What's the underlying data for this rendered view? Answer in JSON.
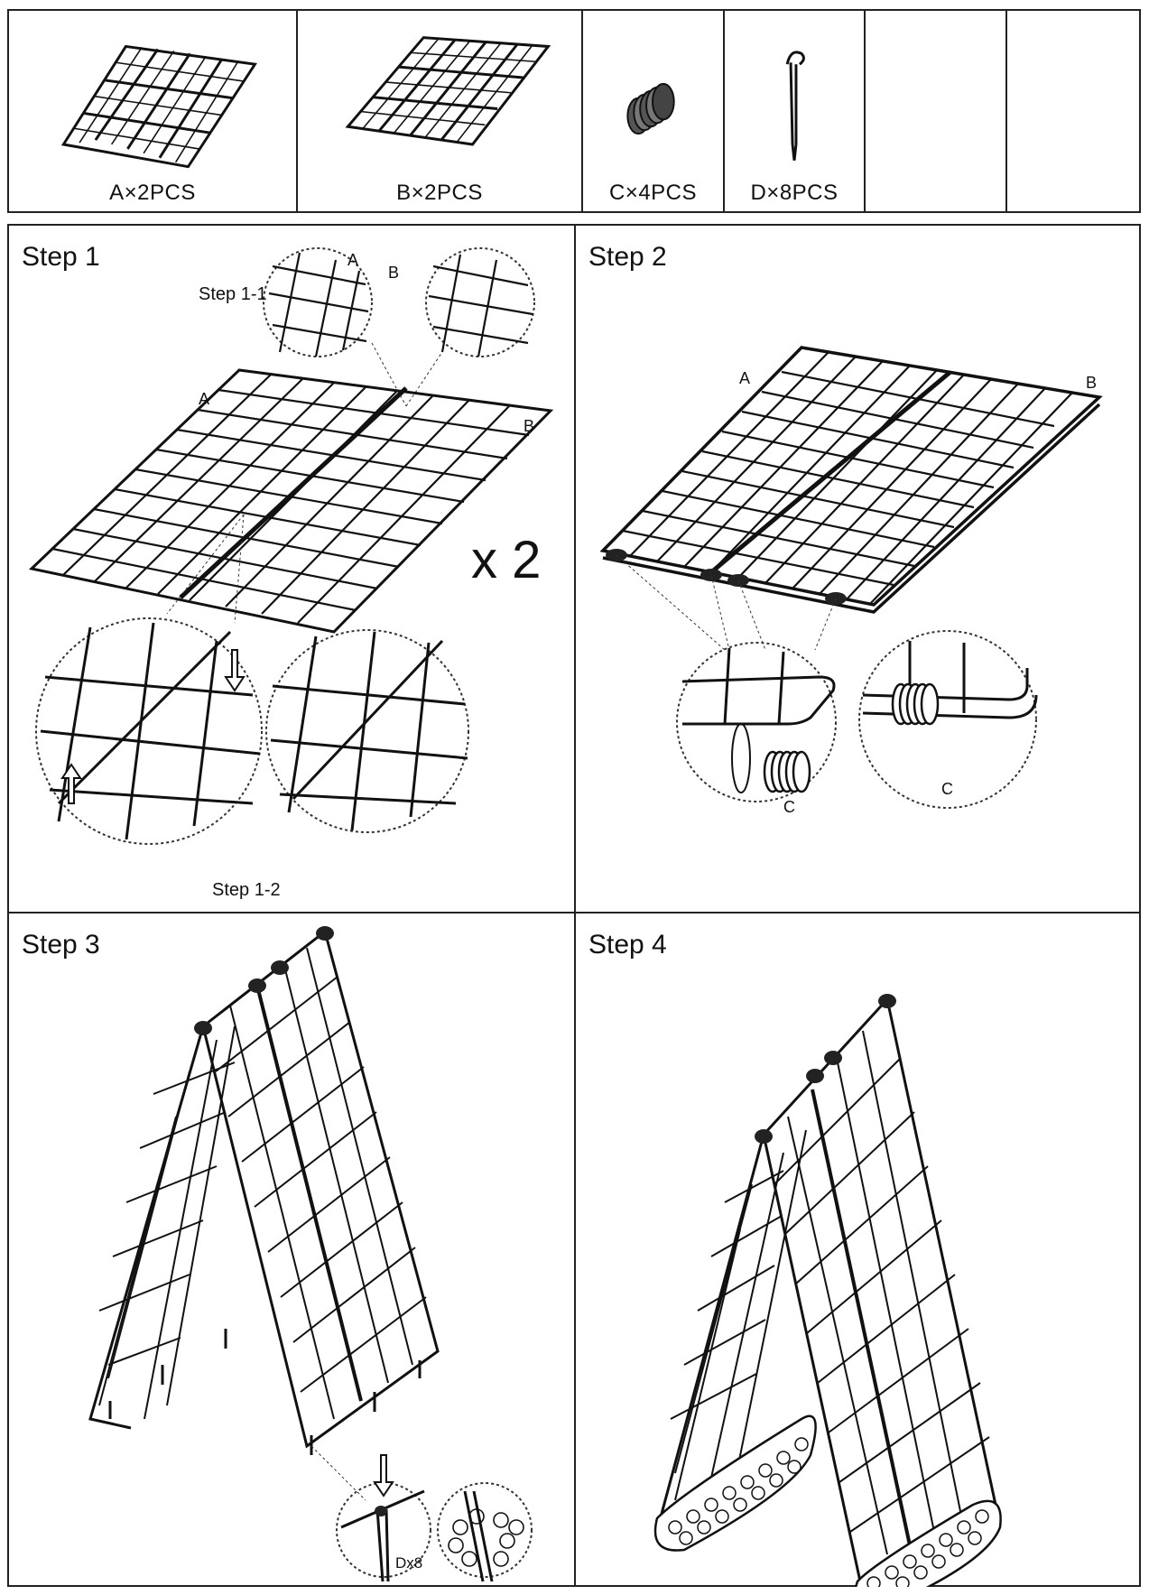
{
  "parts": [
    {
      "id": "A",
      "label": "A×2PCS",
      "icon": "grid-panel-a"
    },
    {
      "id": "B",
      "label": "B×2PCS",
      "icon": "grid-panel-b"
    },
    {
      "id": "C",
      "label": "C×4PCS",
      "icon": "coil-connector"
    },
    {
      "id": "D",
      "label": "D×8PCS",
      "icon": "ground-stake"
    },
    {
      "id": "empty1",
      "label": ""
    },
    {
      "id": "empty2",
      "label": ""
    }
  ],
  "steps": {
    "step1": {
      "title": "Step 1",
      "sub1": "Step 1-1",
      "sub2": "Step 1-2",
      "label_a": "A",
      "label_b": "B",
      "multiplier": "x 2"
    },
    "step2": {
      "title": "Step 2",
      "label_a": "A",
      "label_b": "B",
      "label_c": "C"
    },
    "step3": {
      "title": "Step 3",
      "stake_label": "Dx8"
    },
    "step4": {
      "title": "Step 4"
    }
  }
}
